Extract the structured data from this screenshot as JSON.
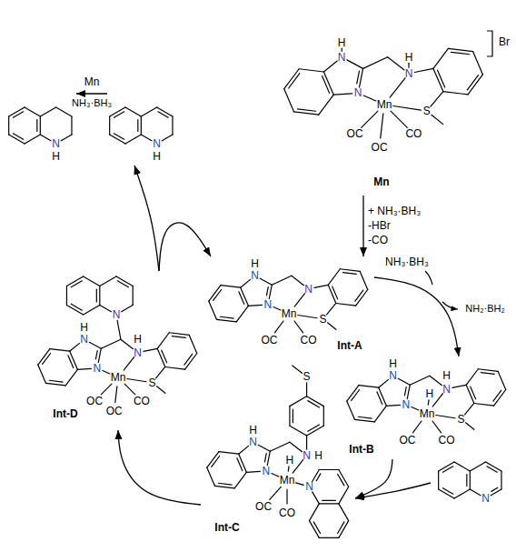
{
  "diagram": {
    "nodes": [
      {
        "text": [
          "Mn",
          "H",
          "N",
          "N",
          "H",
          "N",
          "Mn",
          "S",
          "OC",
          "OC",
          "CO",
          "Br"
        ]
      },
      {
        "text": [
          "Int-A",
          "H",
          "N",
          "N",
          "N",
          "Mn",
          "S",
          "OC",
          "CO"
        ]
      },
      {
        "text": [
          "Int-B",
          "H",
          "N",
          "H",
          "H",
          "N",
          "N",
          "Mn",
          "S",
          "OC",
          "CO"
        ]
      },
      {
        "text": [
          "N"
        ]
      },
      {
        "text": [
          "Int-C",
          "S",
          "H",
          "N",
          "H",
          "H",
          "N",
          "N",
          "Mn",
          "N",
          "OC",
          "CO"
        ]
      },
      {
        "text": [
          "Int-D",
          "N",
          "H",
          "N",
          "H",
          "N",
          "N",
          "Mn",
          "S",
          "OC",
          "OC",
          "CO"
        ]
      },
      {
        "text": [
          "N",
          "H"
        ]
      },
      {
        "text": [
          "N",
          "H"
        ]
      }
    ],
    "edges": [
      {
        "from": 0,
        "to": 1,
        "arrow": "to"
      },
      {
        "from": 1,
        "to": 2,
        "arrow": "to"
      },
      {
        "from": 2,
        "to": 4,
        "arrow": "to"
      },
      {
        "from": 3,
        "to": 4,
        "arrow": "to"
      },
      {
        "from": 4,
        "to": 5,
        "arrow": "to"
      },
      {
        "from": 5,
        "to": 1,
        "arrow": "to"
      },
      {
        "from": 5,
        "to": 6,
        "arrow": "to"
      },
      {
        "from": 6,
        "to": 7,
        "arrow": "to"
      }
    ],
    "labels": [
      "+ NH₃·BH₃",
      "-HBr",
      "-CO",
      "NH₃·BH₃",
      "NH₂·BH₂",
      "Mn",
      "NH₃·BH₃"
    ]
  }
}
